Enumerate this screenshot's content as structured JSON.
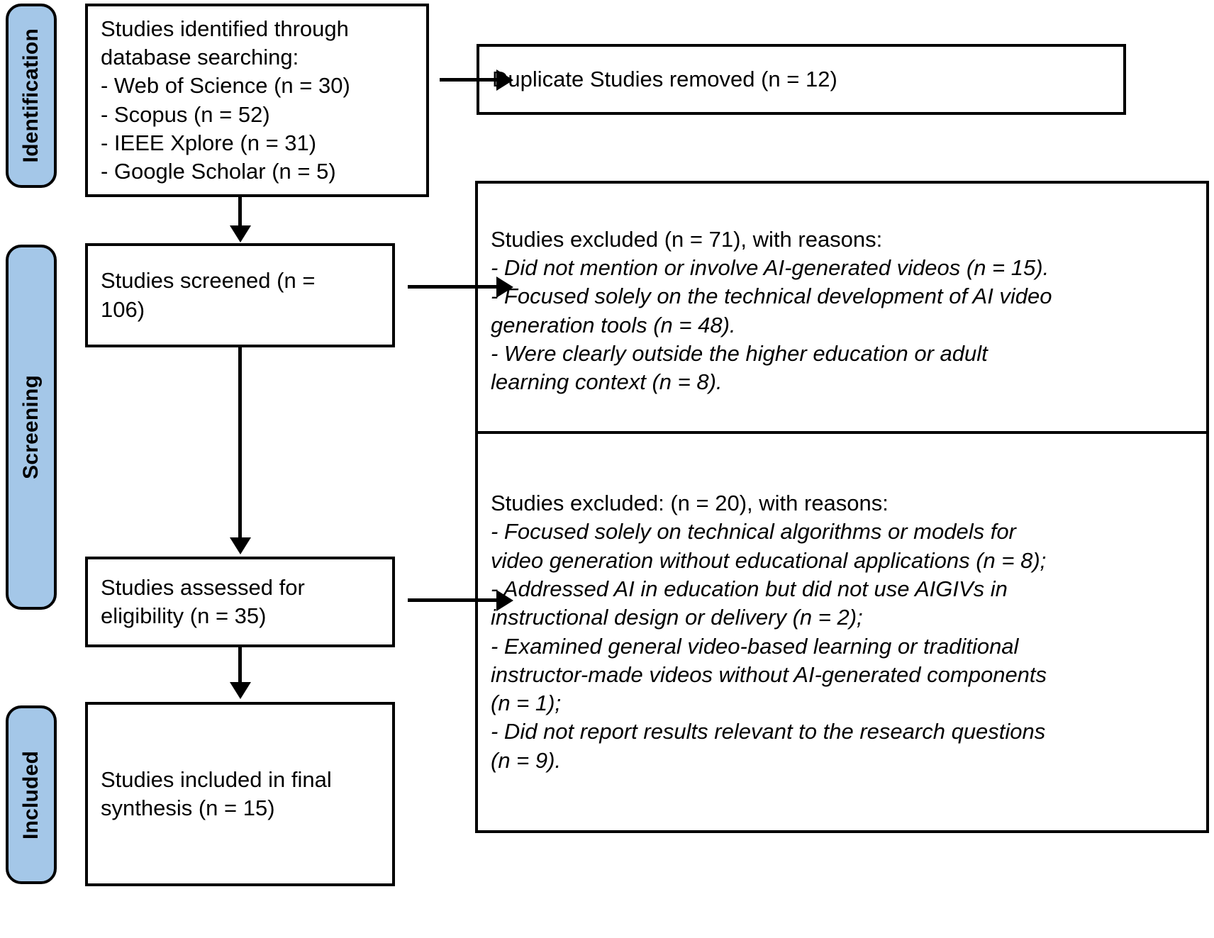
{
  "diagram": {
    "title": "PRISMA Flow Diagram",
    "accent_color": "#a4c7e8",
    "line_color": "#000000",
    "background_color": "#ffffff"
  },
  "stages": [
    {
      "id": "identification",
      "label": "Identification"
    },
    {
      "id": "screening",
      "label": "Screening"
    },
    {
      "id": "included",
      "label": "Included"
    }
  ],
  "boxes": {
    "identified": {
      "lines": [
        "Studies identified through",
        "database searching:",
        "- Web of Science (n = 30)",
        "- Scopus (n = 52)",
        "- IEEE Xplore (n = 31)",
        "- Google Scholar (n = 5)"
      ]
    },
    "duplicates_removed": {
      "lines": [
        "Duplicate Studies removed  (n = 12)"
      ]
    },
    "screened": {
      "lines": [
        "Studies screened (n =",
        "106)"
      ]
    },
    "excluded_screening": {
      "heading": "Studies excluded (n = 71), with reasons:",
      "reasons": [
        "- Did not mention or involve AI-generated videos (n = 15).",
        "- Focused solely on the technical development of AI video",
        "generation tools (n = 48).",
        "- Were clearly outside the higher education or adult",
        "learning context (n = 8)."
      ]
    },
    "assessed": {
      "lines": [
        "Studies assessed for",
        "eligibility (n = 35)"
      ]
    },
    "excluded_eligibility": {
      "heading": "Studies excluded: (n = 20), with reasons:",
      "reasons": [
        "- Focused solely on technical algorithms or models for",
        "video generation without educational applications (n = 8);",
        "- Addressed AI in education but did not use AIGIVs in",
        "instructional design or delivery (n = 2);",
        "- Examined general video-based learning or traditional",
        "instructor-made videos without AI-generated components",
        "(n = 1);",
        "- Did not report results relevant to the research questions",
        "(n = 9)."
      ]
    },
    "included_final": {
      "lines": [
        "Studies included in final",
        "synthesis (n = 15)"
      ]
    }
  },
  "counts": {
    "web_of_science": 30,
    "scopus": 52,
    "ieee_xplore": 31,
    "google_scholar": 5,
    "duplicates_removed": 12,
    "screened": 106,
    "excluded_screening_total": 71,
    "excluded_screening_no_ai_videos": 15,
    "excluded_screening_technical_dev": 48,
    "excluded_screening_outside_context": 8,
    "assessed_for_eligibility": 35,
    "excluded_eligibility_total": 20,
    "excluded_eligibility_algorithms": 8,
    "excluded_eligibility_no_aigivs": 2,
    "excluded_eligibility_general_video": 1,
    "excluded_eligibility_irrelevant_results": 9,
    "included_final": 15
  }
}
